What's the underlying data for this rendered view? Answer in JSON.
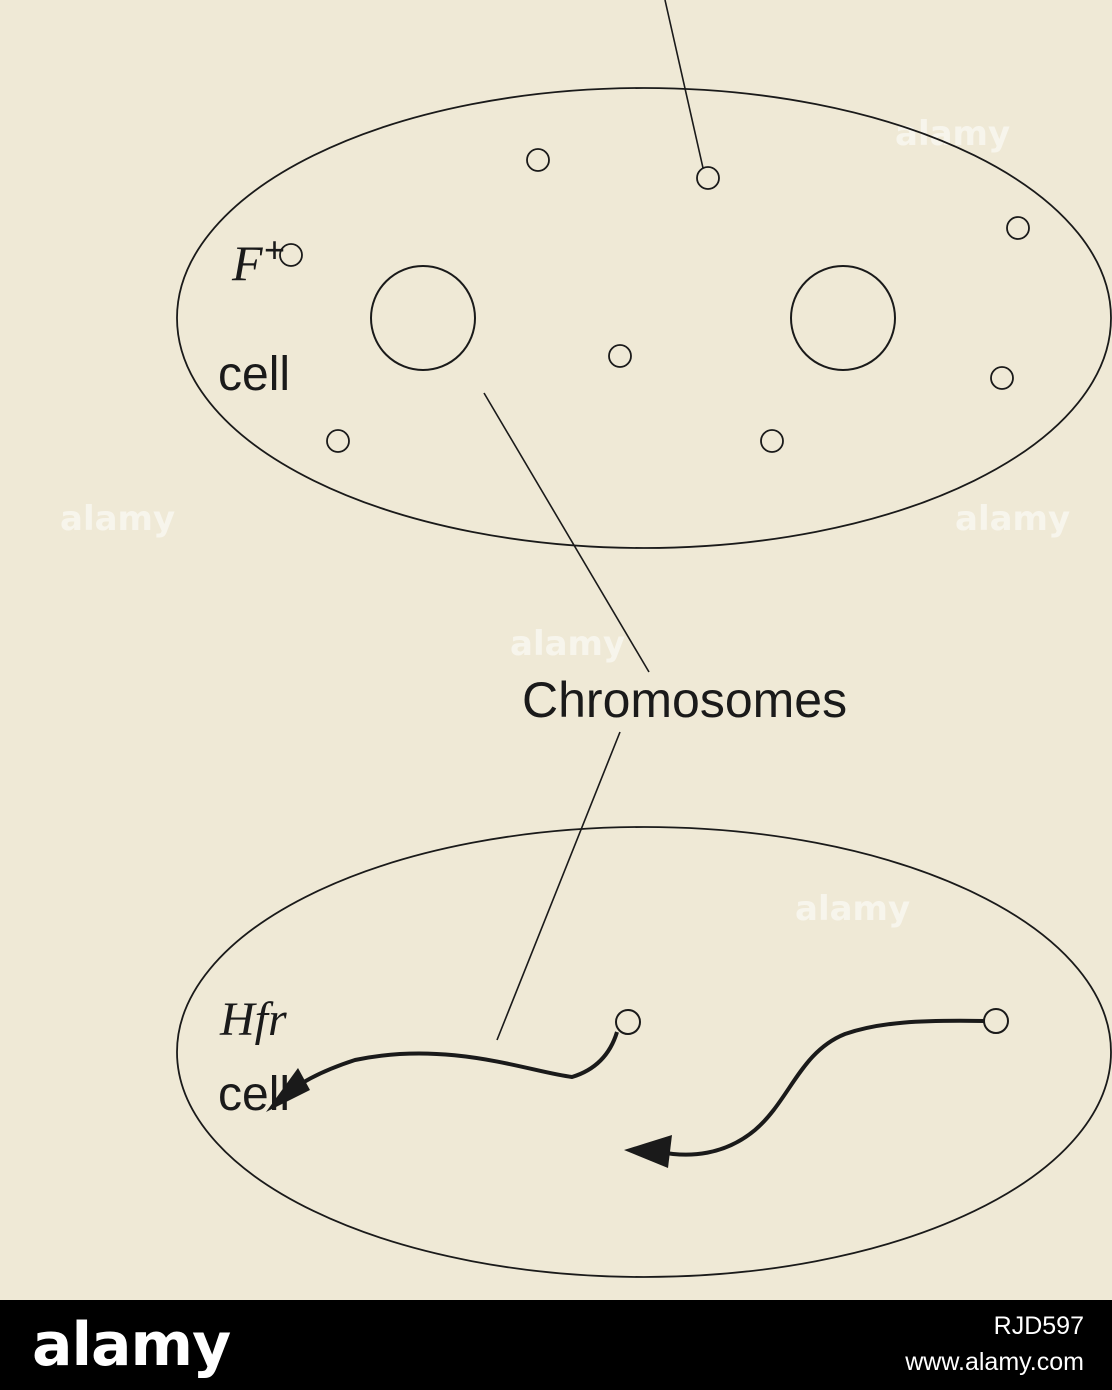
{
  "diagram": {
    "labels": {
      "fplus_symbol": "F",
      "fplus_sup": "+",
      "fplus_cell": "cell",
      "hfr_symbol": "Hfr",
      "hfr_cell": "cell",
      "chromosomes": "Chromosomes"
    }
  },
  "watermark": {
    "text": "alamy"
  },
  "footer": {
    "brand": "alamy",
    "image_id": "RJD597",
    "site": "www.alamy.com"
  },
  "colors": {
    "background": "#efe9d6",
    "ink": "#1a1a1a",
    "footer_bg": "#000000",
    "footer_text": "#ffffff"
  }
}
